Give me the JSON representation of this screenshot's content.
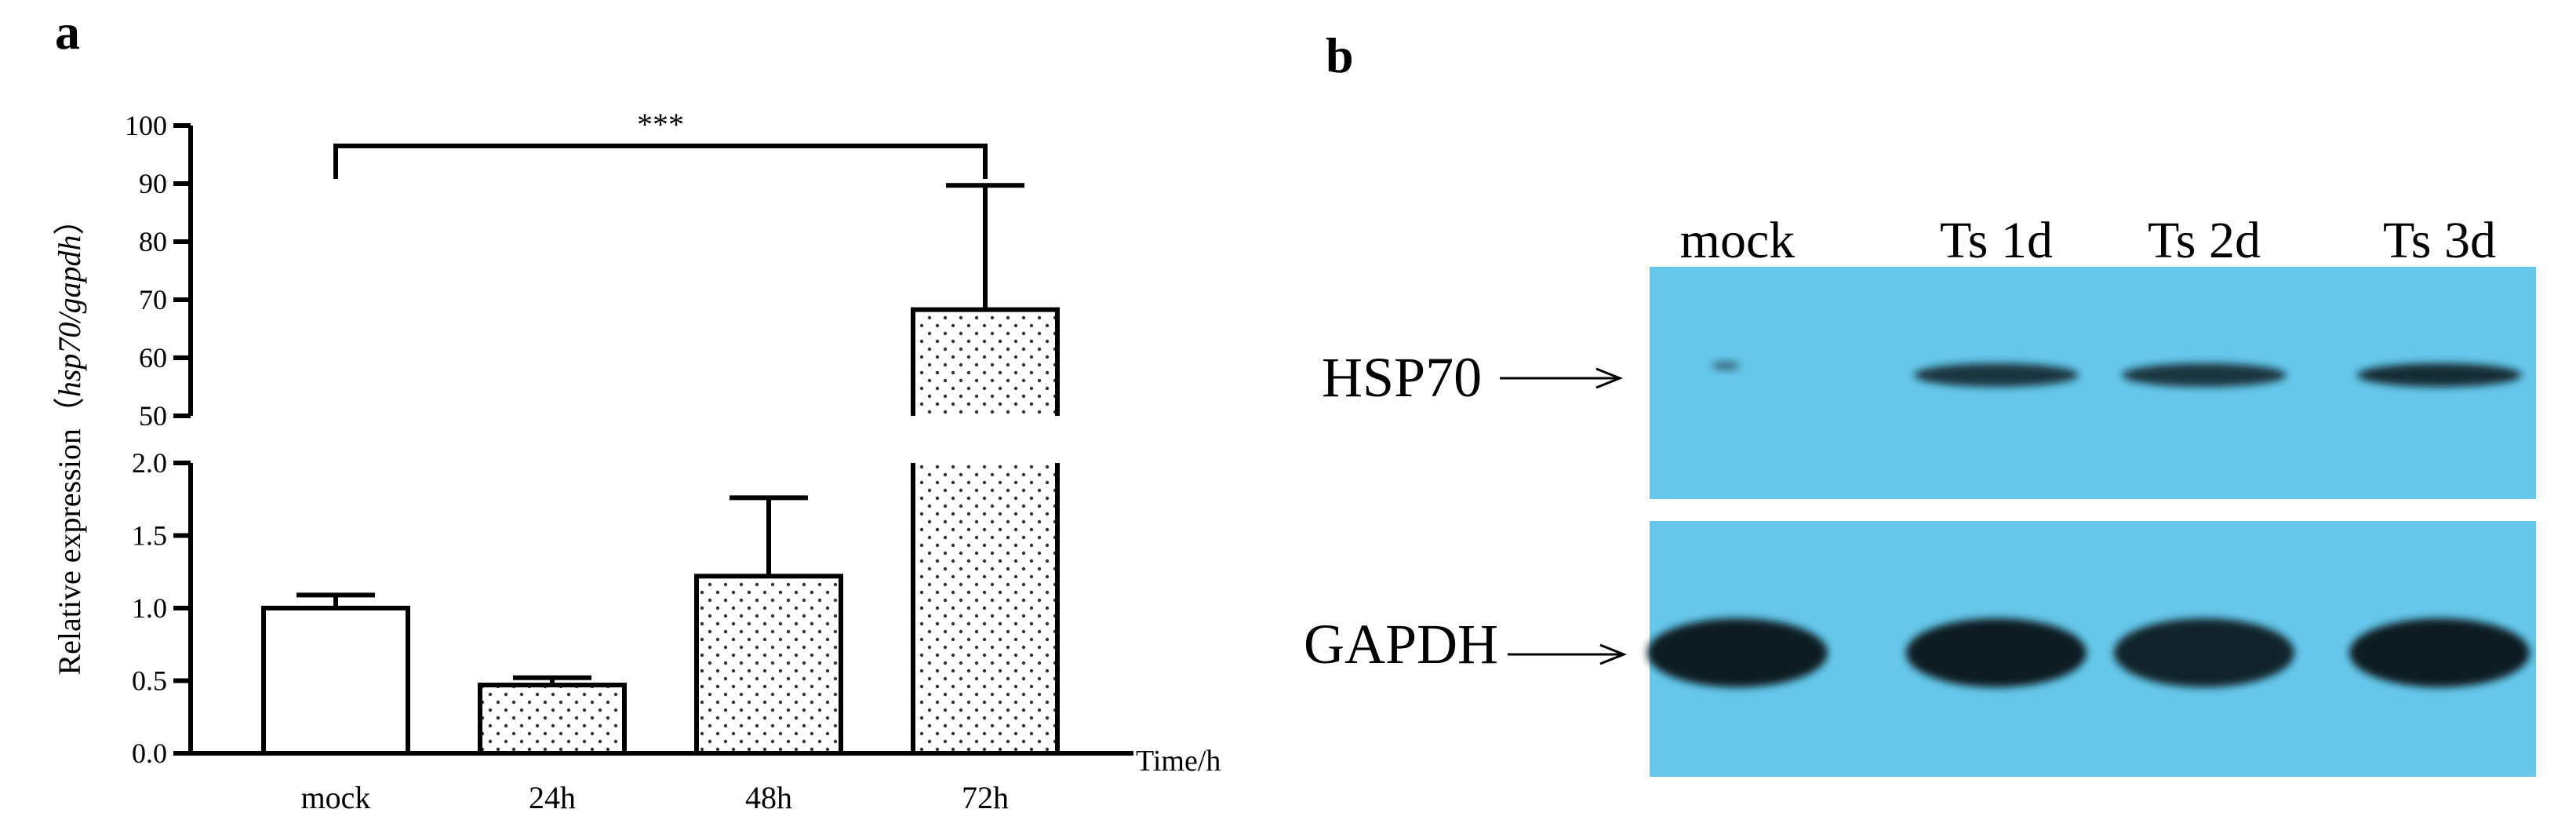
{
  "panel_a": {
    "label": "a"
  },
  "panel_b": {
    "label": "b",
    "lanes": [
      "mock",
      "Ts 1d",
      "Ts 2d",
      "Ts 3d"
    ],
    "bands": [
      {
        "name": "HSP70",
        "intensity": [
          0.05,
          0.85,
          0.85,
          0.9
        ]
      },
      {
        "name": "GAPDH",
        "intensity": [
          1.0,
          1.0,
          0.95,
          1.0
        ]
      }
    ],
    "colors": {
      "membrane": "#66c7ea",
      "band": "#0d1a24"
    }
  },
  "chart_data": {
    "type": "bar",
    "categories": [
      "mock",
      "24h",
      "48h",
      "72h"
    ],
    "values": [
      1.0,
      0.47,
      1.22,
      68.3
    ],
    "error_upper": [
      1.09,
      0.52,
      1.76,
      89.7
    ],
    "fill_patterns": [
      "none",
      "dots",
      "dots",
      "dots"
    ],
    "xlabel": "Time/h",
    "ylabel_prefix": "Relative expression（",
    "ylabel_italic": "hsp70/gapdh",
    "ylabel_suffix": "）",
    "axis_lower": {
      "ylim": [
        0,
        2.0
      ],
      "ticks": [
        "0.0",
        "0.5",
        "1.0",
        "1.5",
        "2.0"
      ]
    },
    "axis_upper": {
      "ylim": [
        50,
        100
      ],
      "ticks": [
        "50",
        "60",
        "70",
        "80",
        "90",
        "100"
      ]
    },
    "significance": {
      "from": "mock",
      "to": "72h",
      "label": "***"
    },
    "grid": false,
    "legend": "none"
  }
}
